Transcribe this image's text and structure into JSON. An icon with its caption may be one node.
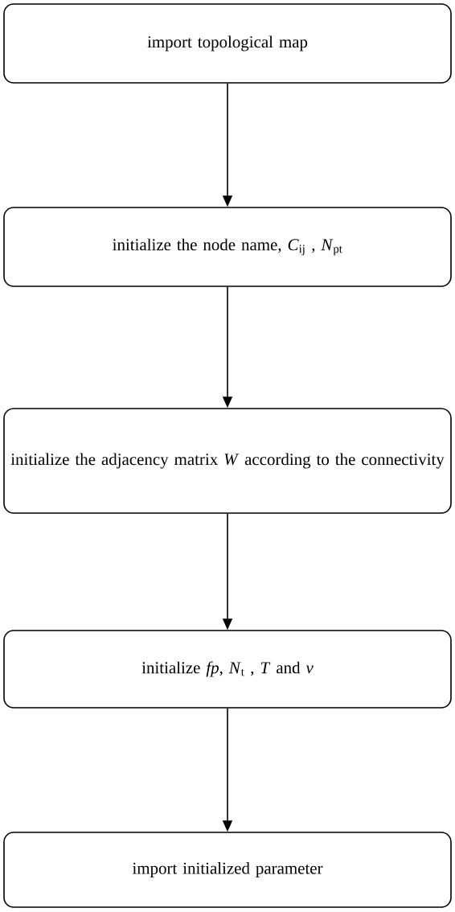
{
  "diagram": {
    "nodes": [
      {
        "text": [
          "import topological map"
        ]
      },
      {
        "text": [
          "initialize the node name, *C*$_{ij}$ , *N*$_{pt}$"
        ]
      },
      {
        "text": [
          "initialize the adjacency matrix *W* according to the connectivity"
        ]
      },
      {
        "text": [
          "initialize *fp*, *N*$_{t}$ , *T* and *v*"
        ]
      },
      {
        "text": [
          "import initialized parameter"
        ]
      }
    ],
    "edges": [
      {
        "from": 0,
        "to": 1,
        "arrow": "to"
      },
      {
        "from": 1,
        "to": 2,
        "arrow": "to"
      },
      {
        "from": 2,
        "to": 3,
        "arrow": "to"
      },
      {
        "from": 3,
        "to": 4,
        "arrow": "to"
      }
    ]
  }
}
